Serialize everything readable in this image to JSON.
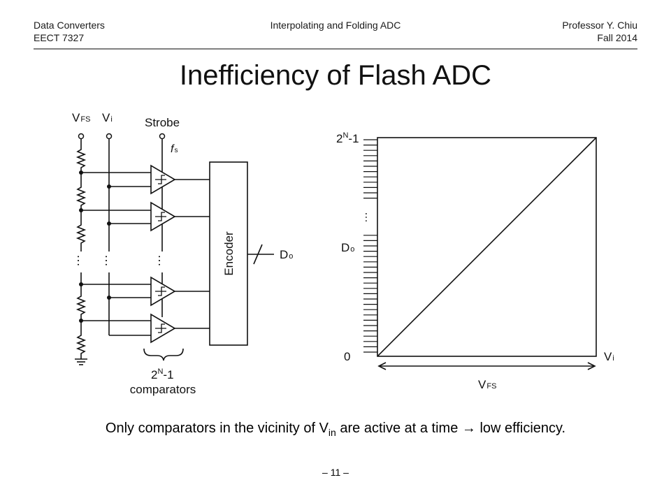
{
  "header": {
    "left_line1": "Data Converters",
    "left_line2": "EECT 7327",
    "center": "Interpolating and Folding ADC",
    "right_line1": "Professor Y. Chiu",
    "right_line2": "Fall 2014"
  },
  "title": "Inefficiency of Flash ADC",
  "circuit": {
    "vfs_label": "V",
    "vfs_sub": "FS",
    "vi_label": "V",
    "vi_sub": "i",
    "strobe_label": "Strobe",
    "fs_label": "f",
    "fs_sub": "s",
    "encoder_label": "Encoder",
    "do_label": "D",
    "do_sub": "o",
    "comparators_count_base": "2",
    "comparators_count_sup": "N",
    "comparators_count_tail": "-1",
    "comparators_label": "comparators",
    "ellipsis": "…"
  },
  "transfer_plot": {
    "y_top_base": "2",
    "y_top_sup": "N",
    "y_top_tail": "-1",
    "y_axis_label": "D",
    "y_axis_sub": "o",
    "origin_label": "0",
    "x_axis_label": "V",
    "x_axis_sub": "i",
    "span_label": "V",
    "span_sub": "FS",
    "ellipsis": "…"
  },
  "caption": {
    "before": "Only comparators in the vicinity of V",
    "sub": "in",
    "after": " are active at a time → low efficiency."
  },
  "page_number": "– 11 –"
}
